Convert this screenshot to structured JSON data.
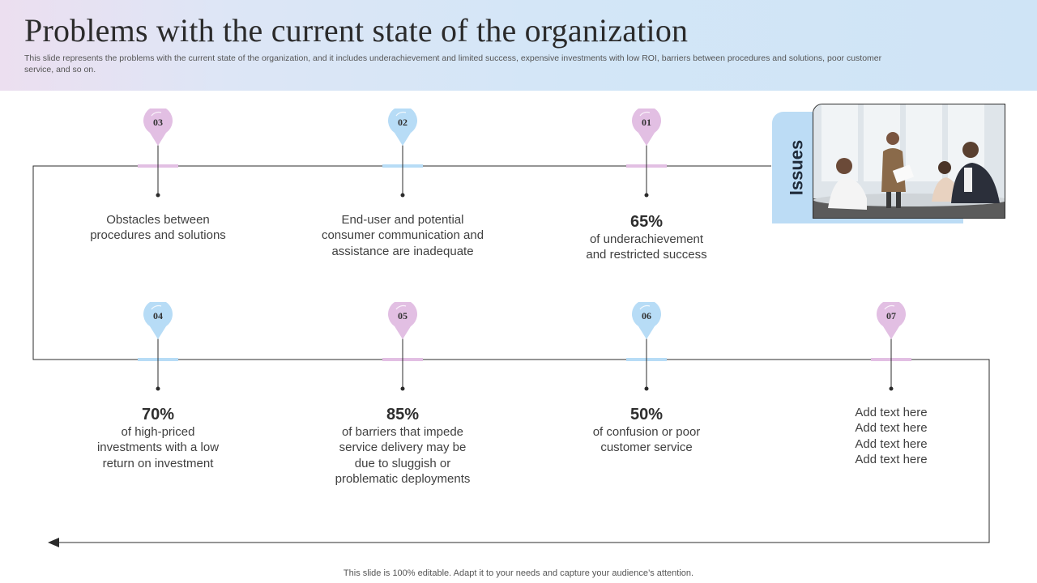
{
  "header": {
    "title": "Problems with the current state of the organization",
    "subtitle": "This slide represents the problems with the current state of the organization, and it includes underachievement and limited success, expensive investments with low ROI, barriers between procedures and solutions, poor customer service, and so on."
  },
  "issues": {
    "label": "Issues",
    "image_icon": "business-meeting-photo",
    "tab_color": "#bcdcf5"
  },
  "colors": {
    "pink": "#e2bfe3",
    "blue": "#b7dcf6",
    "line": "#2b2b2b"
  },
  "steps": [
    {
      "number": "03",
      "color": "pink",
      "percent": "",
      "text": "Obstacles between\nprocedures and solutions"
    },
    {
      "number": "02",
      "color": "blue",
      "percent": "",
      "text": "End-user and potential\nconsumer communication and\nassistance are inadequate"
    },
    {
      "number": "01",
      "color": "pink",
      "percent": "65%",
      "text": "of underachievement\nand restricted success"
    },
    {
      "number": "04",
      "color": "blue",
      "percent": "70%",
      "text": "of high-priced\ninvestments  with a low\nreturn  on investment"
    },
    {
      "number": "05",
      "color": "pink",
      "percent": "85%",
      "text": "of barriers that impede\nservice delivery may be\ndue to sluggish or\nproblematic deployments"
    },
    {
      "number": "06",
      "color": "blue",
      "percent": "50%",
      "text": "of confusion or poor\ncustomer service"
    },
    {
      "number": "07",
      "color": "pink",
      "percent": "",
      "text": "Add text here\nAdd text here\nAdd text here\nAdd text here"
    }
  ],
  "footer": {
    "text": "This slide is 100% editable. Adapt it to your needs and capture your audience’s attention."
  }
}
